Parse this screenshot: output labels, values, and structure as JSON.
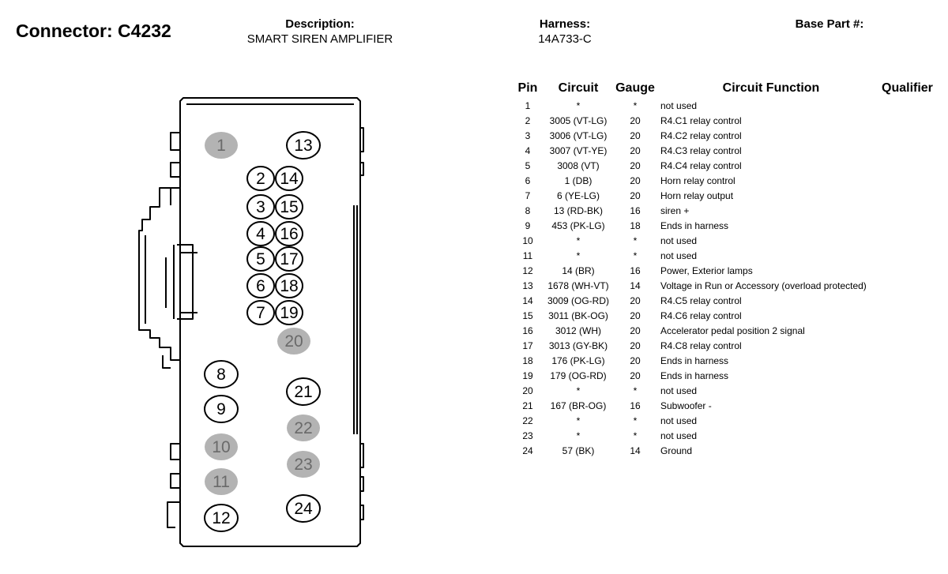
{
  "header": {
    "connector": "Connector: C4232",
    "description_label": "Description:",
    "description": "SMART SIREN AMPLIFIER",
    "harness_label": "Harness:",
    "harness": "14A733-C",
    "base_part_label": "Base Part #:"
  },
  "table": {
    "headers": {
      "pin": "Pin",
      "circuit": "Circuit",
      "gauge": "Gauge",
      "function": "Circuit Function",
      "qualifier": "Qualifier"
    },
    "rows": [
      {
        "pin": "1",
        "circuit": "*",
        "gauge": "*",
        "function": "not used"
      },
      {
        "pin": "2",
        "circuit": "3005 (VT-LG)",
        "gauge": "20",
        "function": "R4.C1 relay control"
      },
      {
        "pin": "3",
        "circuit": "3006 (VT-LG)",
        "gauge": "20",
        "function": "R4.C2 relay control"
      },
      {
        "pin": "4",
        "circuit": "3007 (VT-YE)",
        "gauge": "20",
        "function": "R4.C3 relay control"
      },
      {
        "pin": "5",
        "circuit": "3008 (VT)",
        "gauge": "20",
        "function": "R4.C4 relay control"
      },
      {
        "pin": "6",
        "circuit": "1 (DB)",
        "gauge": "20",
        "function": "Horn relay control"
      },
      {
        "pin": "7",
        "circuit": "6 (YE-LG)",
        "gauge": "20",
        "function": "Horn relay output"
      },
      {
        "pin": "8",
        "circuit": "13 (RD-BK)",
        "gauge": "16",
        "function": "siren +"
      },
      {
        "pin": "9",
        "circuit": "453 (PK-LG)",
        "gauge": "18",
        "function": "Ends in harness"
      },
      {
        "pin": "10",
        "circuit": "*",
        "gauge": "*",
        "function": "not used"
      },
      {
        "pin": "11",
        "circuit": "*",
        "gauge": "*",
        "function": "not used"
      },
      {
        "pin": "12",
        "circuit": "14 (BR)",
        "gauge": "16",
        "function": "Power, Exterior lamps"
      },
      {
        "pin": "13",
        "circuit": "1678 (WH-VT)",
        "gauge": "14",
        "function": "Voltage in Run or Accessory (overload protected)"
      },
      {
        "pin": "14",
        "circuit": "3009 (OG-RD)",
        "gauge": "20",
        "function": "R4.C5 relay control"
      },
      {
        "pin": "15",
        "circuit": "3011 (BK-OG)",
        "gauge": "20",
        "function": "R4.C6 relay control"
      },
      {
        "pin": "16",
        "circuit": "3012 (WH)",
        "gauge": "20",
        "function": "Accelerator pedal position 2 signal"
      },
      {
        "pin": "17",
        "circuit": "3013 (GY-BK)",
        "gauge": "20",
        "function": "R4.C8 relay control"
      },
      {
        "pin": "18",
        "circuit": "176 (PK-LG)",
        "gauge": "20",
        "function": "Ends in harness"
      },
      {
        "pin": "19",
        "circuit": "179 (OG-RD)",
        "gauge": "20",
        "function": "Ends in harness"
      },
      {
        "pin": "20",
        "circuit": "*",
        "gauge": "*",
        "function": "not used"
      },
      {
        "pin": "21",
        "circuit": "167 (BR-OG)",
        "gauge": "16",
        "function": "Subwoofer -"
      },
      {
        "pin": "22",
        "circuit": "*",
        "gauge": "*",
        "function": "not used"
      },
      {
        "pin": "23",
        "circuit": "*",
        "gauge": "*",
        "function": "not used"
      },
      {
        "pin": "24",
        "circuit": "57 (BK)",
        "gauge": "14",
        "function": "Ground"
      }
    ]
  },
  "diagram": {
    "pins": [
      {
        "label": "1",
        "used": false
      },
      {
        "label": "2",
        "used": true
      },
      {
        "label": "3",
        "used": true
      },
      {
        "label": "4",
        "used": true
      },
      {
        "label": "5",
        "used": true
      },
      {
        "label": "6",
        "used": true
      },
      {
        "label": "7",
        "used": true
      },
      {
        "label": "8",
        "used": true
      },
      {
        "label": "9",
        "used": true
      },
      {
        "label": "10",
        "used": false
      },
      {
        "label": "11",
        "used": false
      },
      {
        "label": "12",
        "used": true
      },
      {
        "label": "13",
        "used": true
      },
      {
        "label": "14",
        "used": true
      },
      {
        "label": "15",
        "used": true
      },
      {
        "label": "16",
        "used": true
      },
      {
        "label": "17",
        "used": true
      },
      {
        "label": "18",
        "used": true
      },
      {
        "label": "19",
        "used": true
      },
      {
        "label": "20",
        "used": false
      },
      {
        "label": "21",
        "used": true
      },
      {
        "label": "22",
        "used": false
      },
      {
        "label": "23",
        "used": false
      },
      {
        "label": "24",
        "used": true
      }
    ],
    "colors": {
      "unused_fill": "#b3b3b3",
      "outline": "#000000"
    }
  }
}
